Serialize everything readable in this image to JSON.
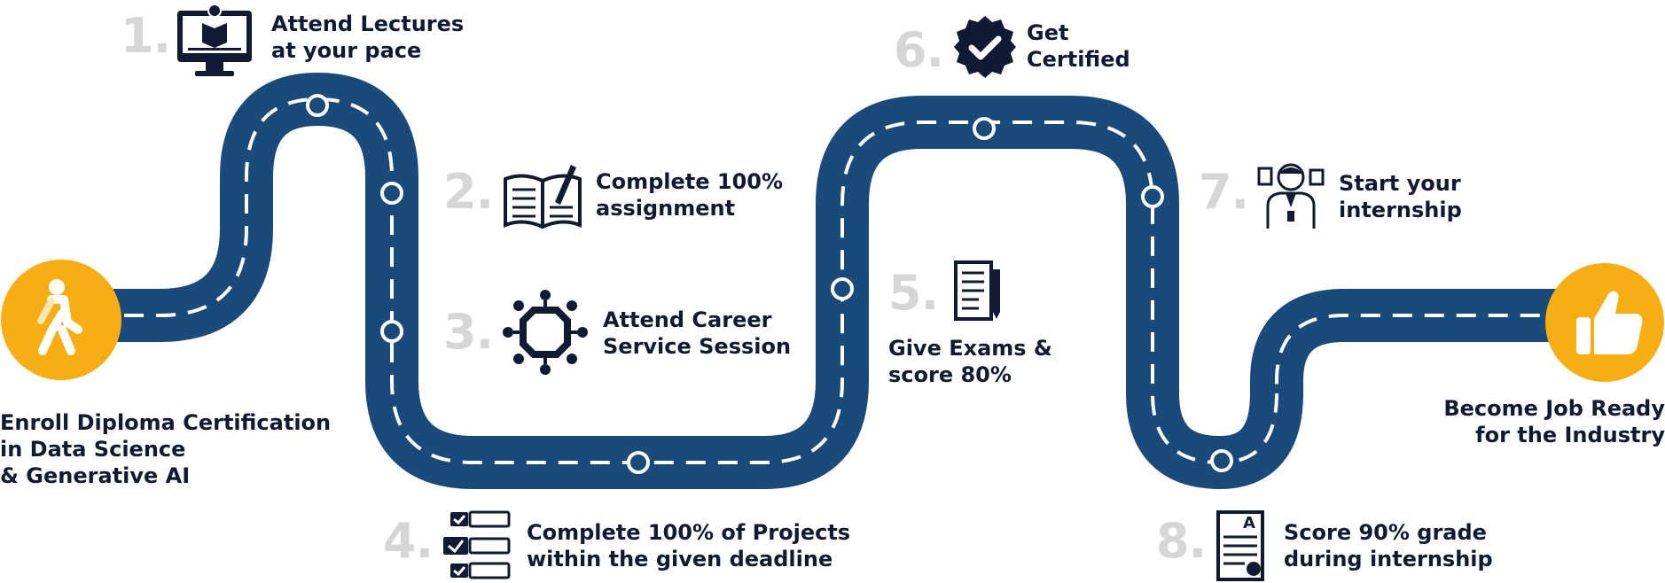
{
  "colors": {
    "road": "#1a4a7a",
    "road_dash": "#ffffff",
    "accent": "#f7ad14",
    "step_number": "#d6d6d6",
    "text": "#101a33"
  },
  "start": {
    "icon": "walking-person-icon",
    "label": "Enroll Diploma Certification\nin Data Science\n& Generative AI"
  },
  "finish": {
    "icon": "thumbs-up-icon",
    "label": "Become Job Ready\nfor the Industry"
  },
  "steps": [
    {
      "number": "1.",
      "icon": "video-lecture-monitor-icon",
      "label": "Attend Lectures\nat your pace"
    },
    {
      "number": "2.",
      "icon": "open-book-pen-icon",
      "label": "Complete 100%\nassignment"
    },
    {
      "number": "3.",
      "icon": "career-network-icon",
      "label": "Attend Career\nService Session"
    },
    {
      "number": "4.",
      "icon": "checklist-icon",
      "label": "Complete 100% of Projects\nwithin the given deadline"
    },
    {
      "number": "5.",
      "icon": "exam-paper-pen-icon",
      "label": "Give Exams &\nscore 80%"
    },
    {
      "number": "6.",
      "icon": "certified-badge-icon",
      "label": "Get\nCertified"
    },
    {
      "number": "7.",
      "icon": "intern-worker-icon",
      "label": "Start your\ninternship"
    },
    {
      "number": "8.",
      "icon": "graded-paper-icon",
      "label": "Score 90% grade\nduring internship"
    }
  ]
}
